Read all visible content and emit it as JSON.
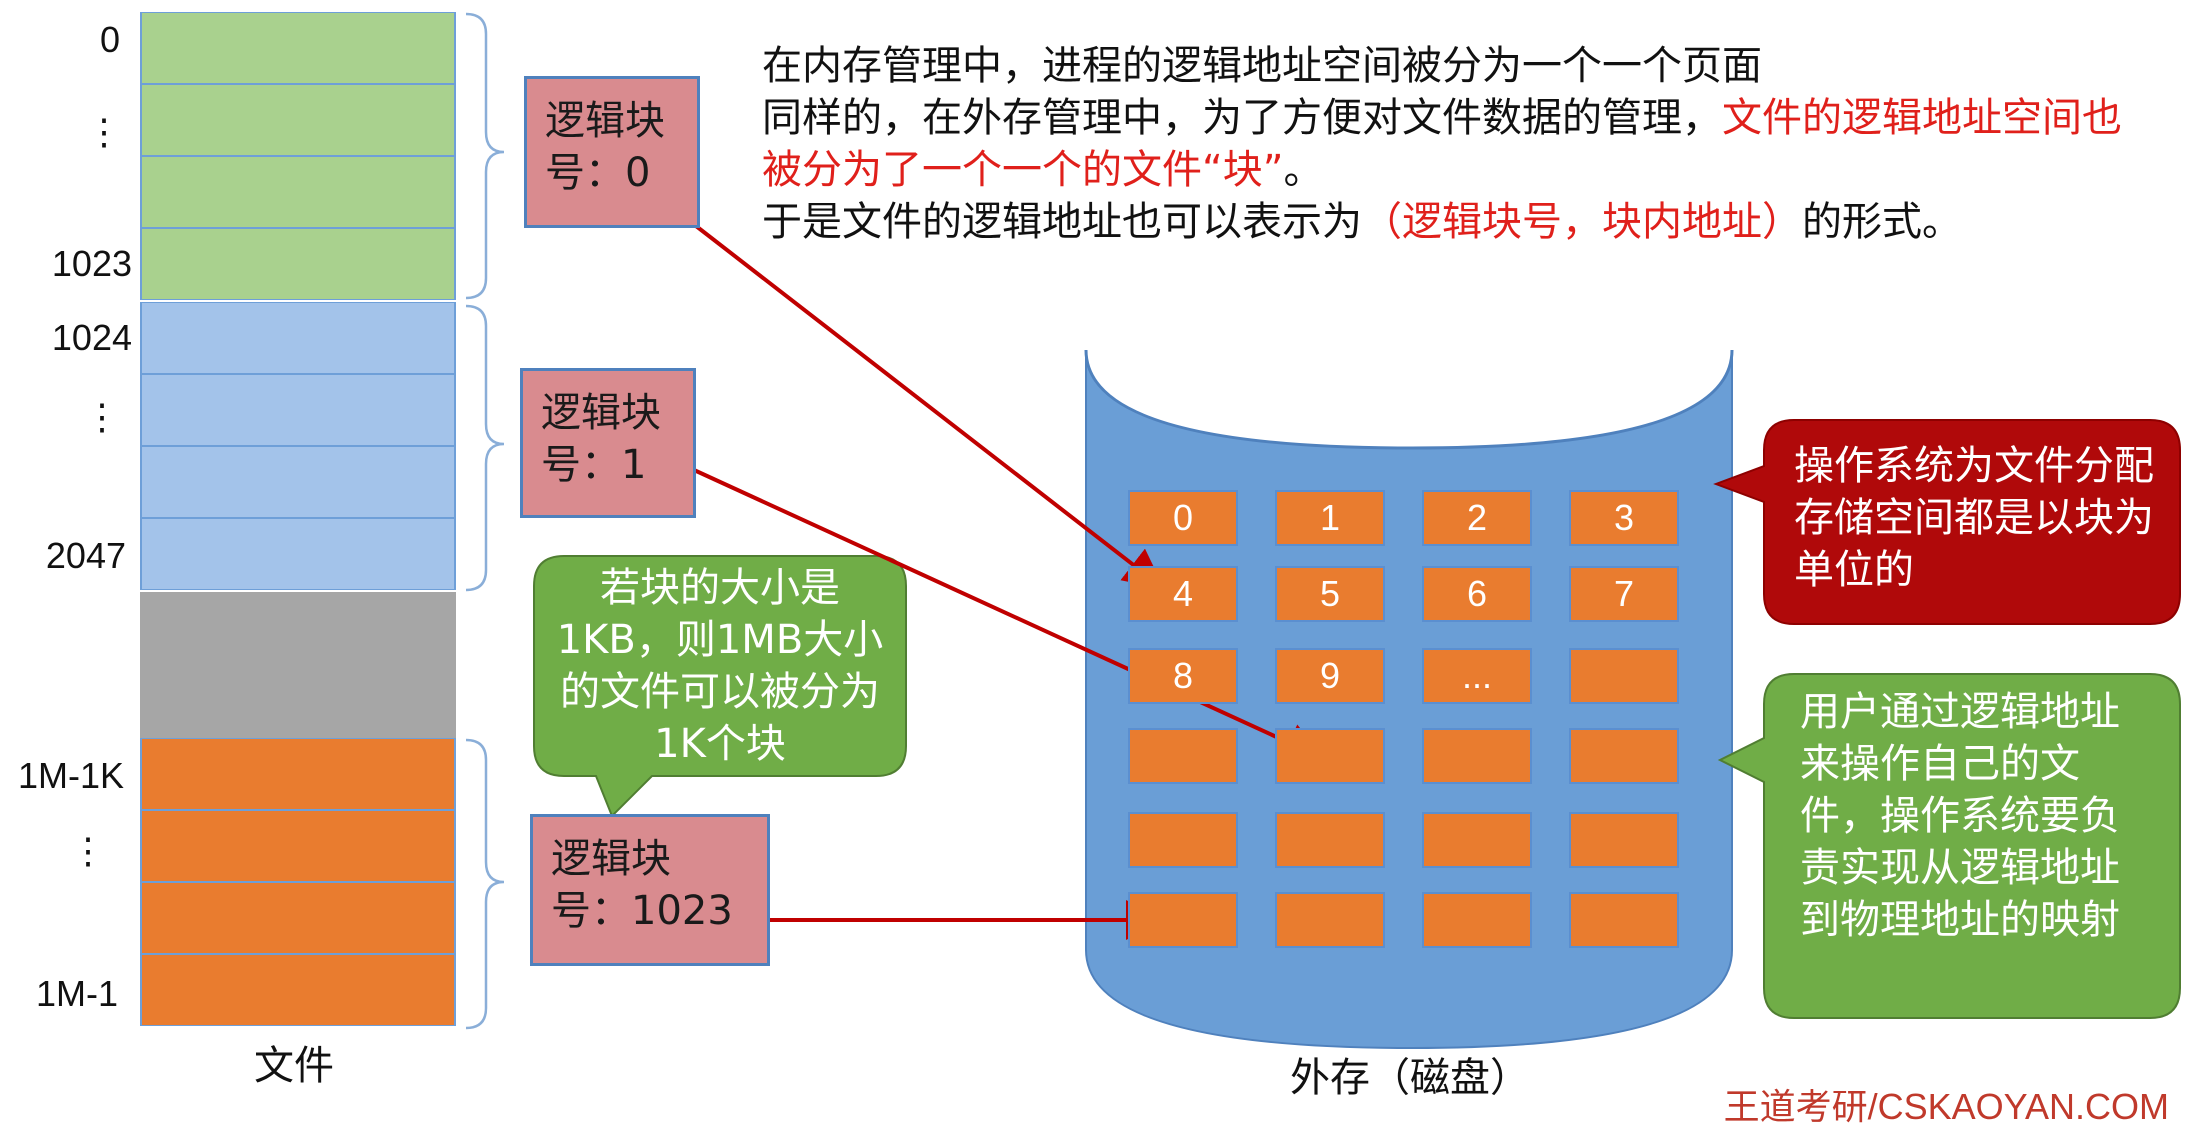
{
  "file": {
    "caption": "文件",
    "addr_0": "0",
    "addr_1023": "1023",
    "addr_1024": "1024",
    "addr_2047": "2047",
    "addr_1m1k": "1M-1K",
    "addr_1m1": "1M-1",
    "vdots": "⋮"
  },
  "blocks": {
    "block0": "逻辑块号：0",
    "block1": "逻辑块号：1",
    "block1023": "逻辑块号：1023"
  },
  "description": {
    "line1": "在内存管理中，进程的逻辑地址空间被分为一个一个页面",
    "line2_prefix": "同样的，在外存管理中，为了方便对文件数据的管理，",
    "line2_red": "文件的逻辑地址空间也被分为了一个一个的文件“块”",
    "line2_suffix": "。",
    "line3_prefix": "于是文件的逻辑地址也可以表示为",
    "line3_red": "（逻辑块号，块内地址）",
    "line3_suffix": "的形式。"
  },
  "bubble": {
    "text": "若块的大小是1KB，则1MB大小的文件可以被分为1K个块"
  },
  "disk": {
    "caption": "外存（磁盘）",
    "cells": [
      "0",
      "1",
      "2",
      "3",
      "4",
      "5",
      "6",
      "7",
      "8",
      "9",
      "...",
      "",
      "",
      "",
      "",
      "",
      "",
      "",
      "",
      "",
      "",
      "",
      "",
      ""
    ]
  },
  "callouts": {
    "os_alloc": "操作系统为文件分配存储空间都是以块为单位的",
    "user_logic": "用户通过逻辑地址来操作自己的文件，操作系统要负责实现从逻辑地址到物理地址的映射"
  },
  "footer": "王道考研/CSKAOYAN.COM",
  "colors": {
    "green_block": "#a9d18e",
    "blue_block": "#a3c3ea",
    "orange_block": "#e97c2f",
    "disk": "#6a9ed6",
    "logic_box": "#d98b8f",
    "red_callout": "#b0090a",
    "green_callout": "#70ad47",
    "highlight_red": "#e0201b"
  }
}
